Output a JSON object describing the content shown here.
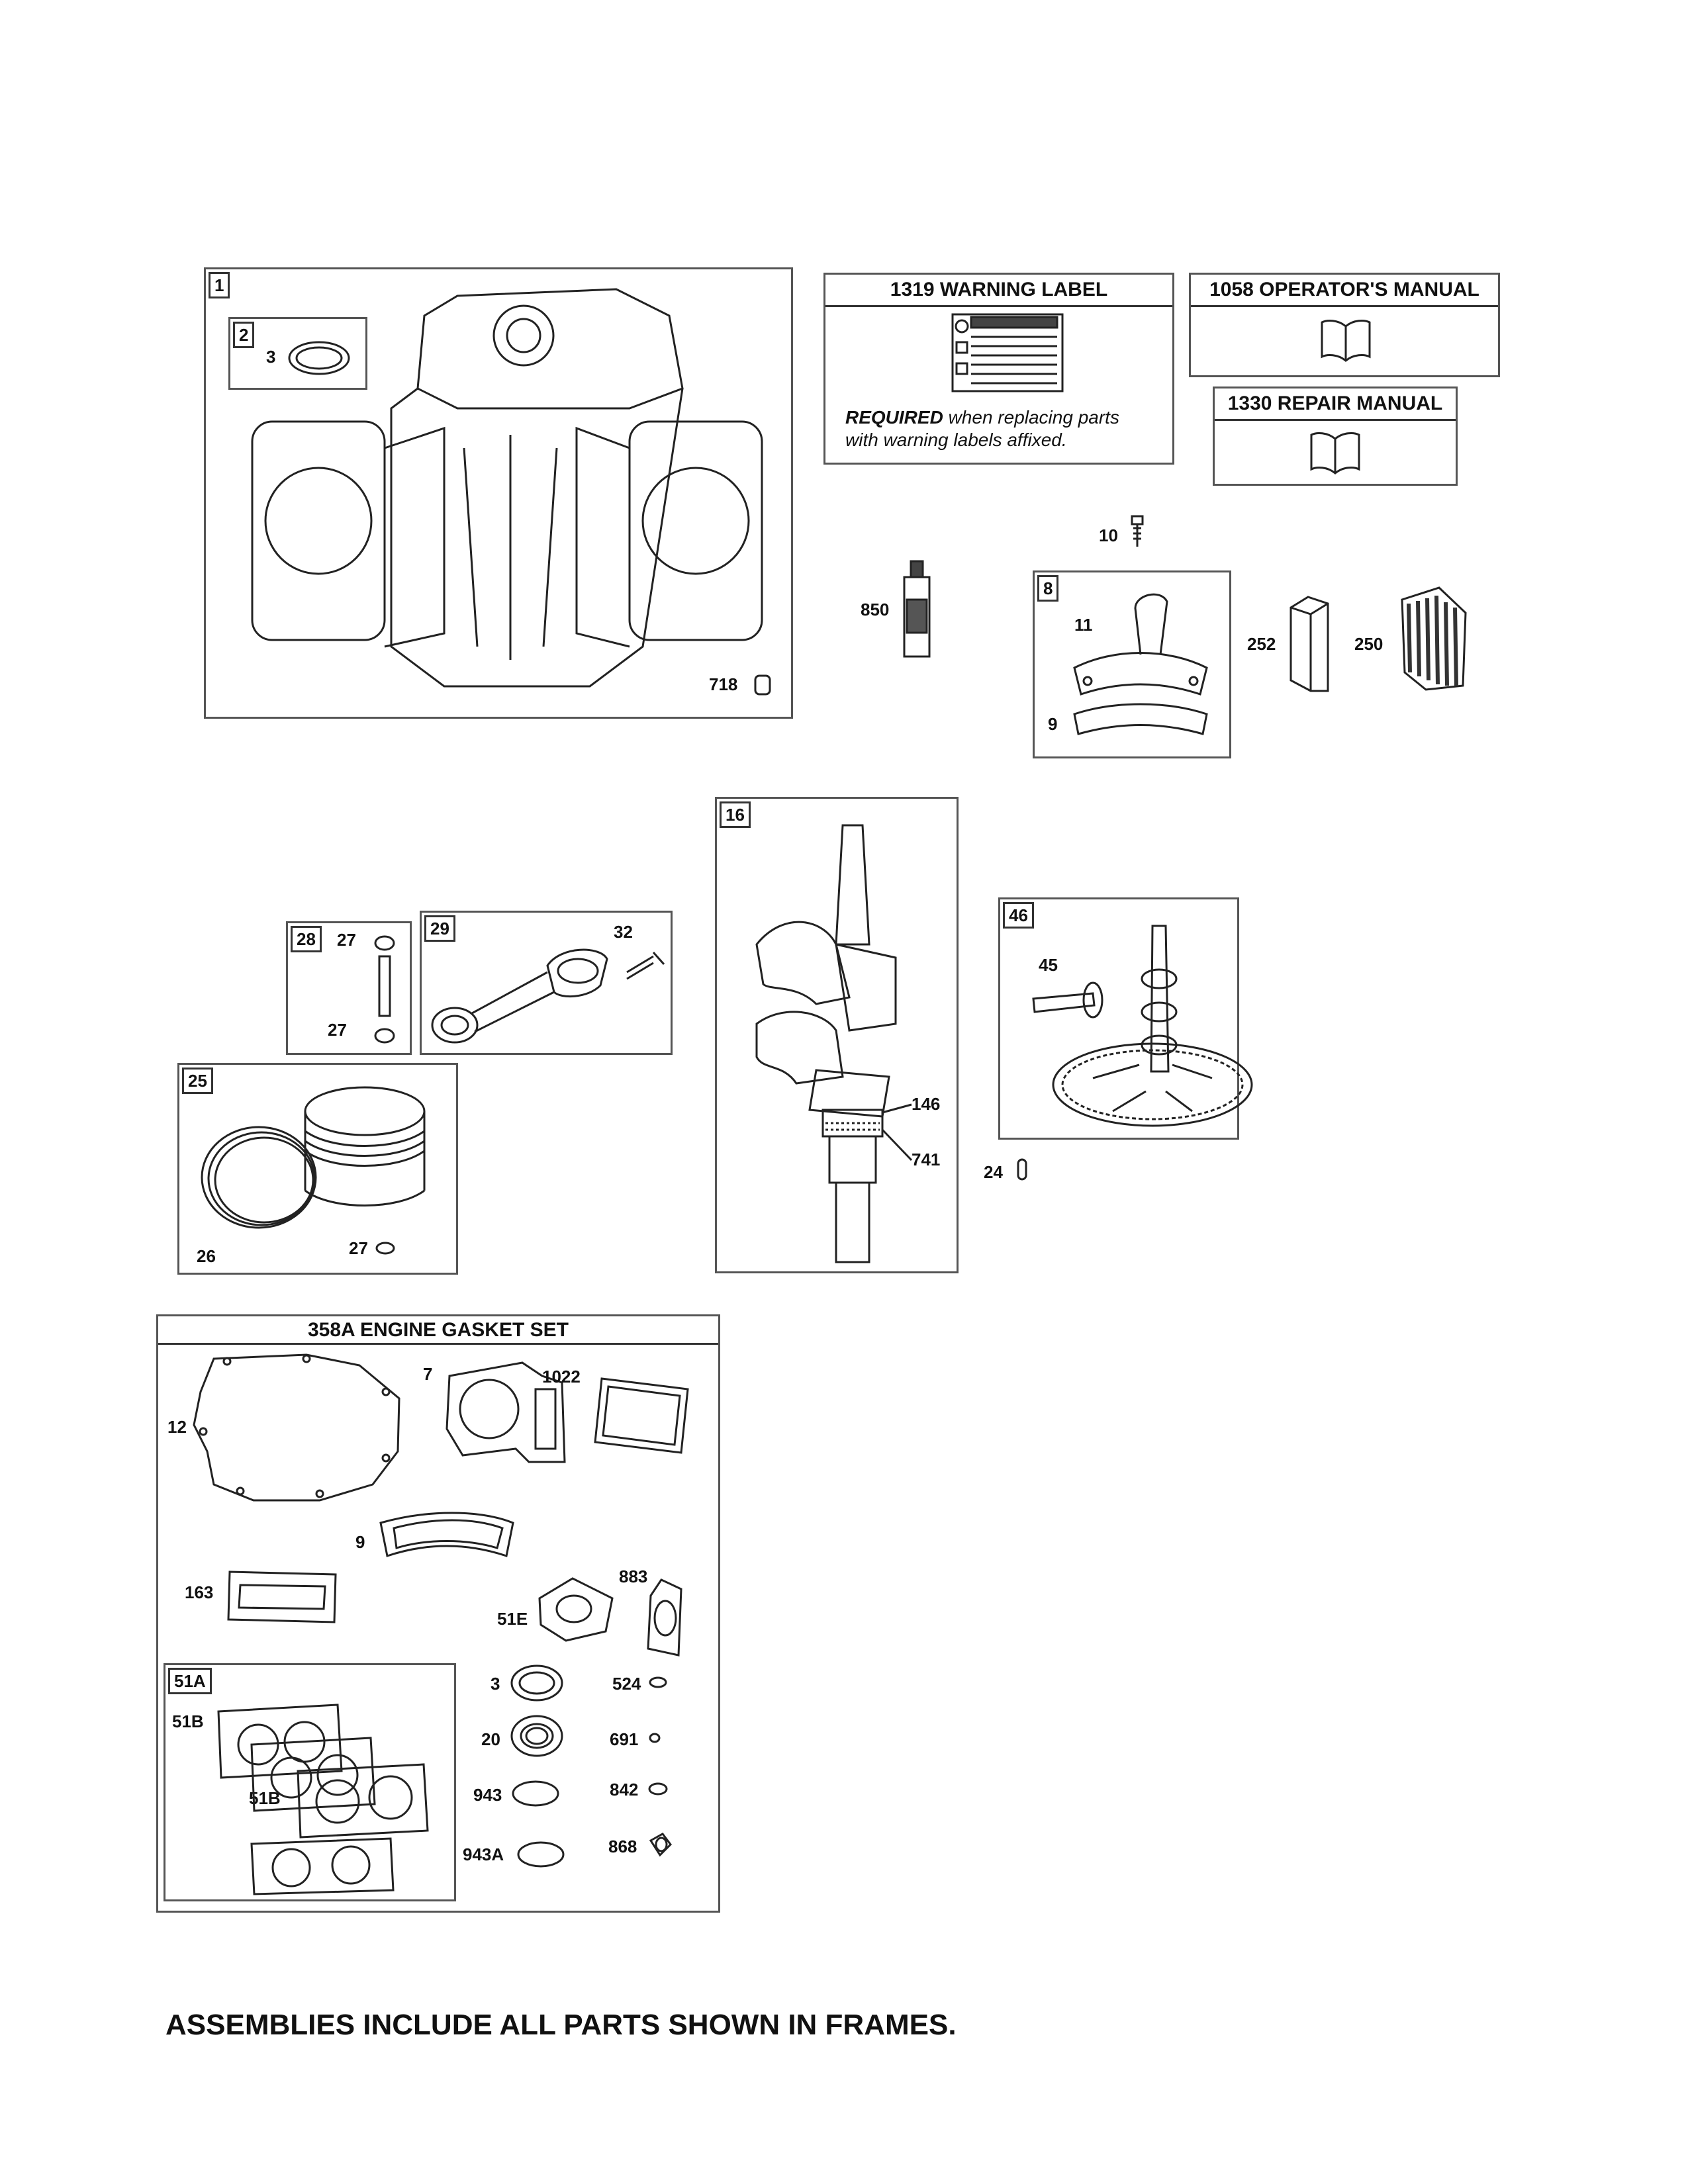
{
  "block": {
    "tag": "1",
    "inner_tag": "2",
    "seal_label": "3",
    "dowel_label": "718"
  },
  "warning_label": {
    "header": "1319 WARNING LABEL",
    "note_bold": "REQUIRED",
    "note_rest_line1": " when replacing parts",
    "note_line2": "with warning labels affixed."
  },
  "manuals": {
    "operators": "1058 OPERATOR'S MANUAL",
    "repair": "1330 REPAIR MANUAL"
  },
  "breather": {
    "screw": "10",
    "sealant": "850",
    "tag": "8",
    "tube": "11",
    "gasket": "9",
    "part_252": "252",
    "part_250": "250"
  },
  "crankshaft": {
    "tag": "16",
    "key": "146",
    "gear": "741"
  },
  "camshaft": {
    "tag": "46",
    "shaft": "45",
    "pin": "24"
  },
  "pin_set": {
    "tag": "28",
    "clip_top": "27",
    "clip_bottom": "27"
  },
  "connecting_rod": {
    "tag": "29",
    "bolt": "32"
  },
  "piston": {
    "tag": "25",
    "rings": "26",
    "clip": "27"
  },
  "gasket_set": {
    "header": "358A ENGINE GASKET SET",
    "crankcase": "12",
    "head": "7",
    "cover": "1022",
    "breather": "9",
    "part_163": "163",
    "elbow": "51E",
    "part_883": "883",
    "sub_tag": "51A",
    "intake_top": "51B",
    "intake_mid": "51B",
    "seal": "3",
    "seal2": "20",
    "oring": "943",
    "oring_a": "943A",
    "part_524": "524",
    "part_691": "691",
    "part_842": "842",
    "part_868": "868"
  },
  "footer": "ASSEMBLIES INCLUDE ALL PARTS SHOWN IN FRAMES."
}
